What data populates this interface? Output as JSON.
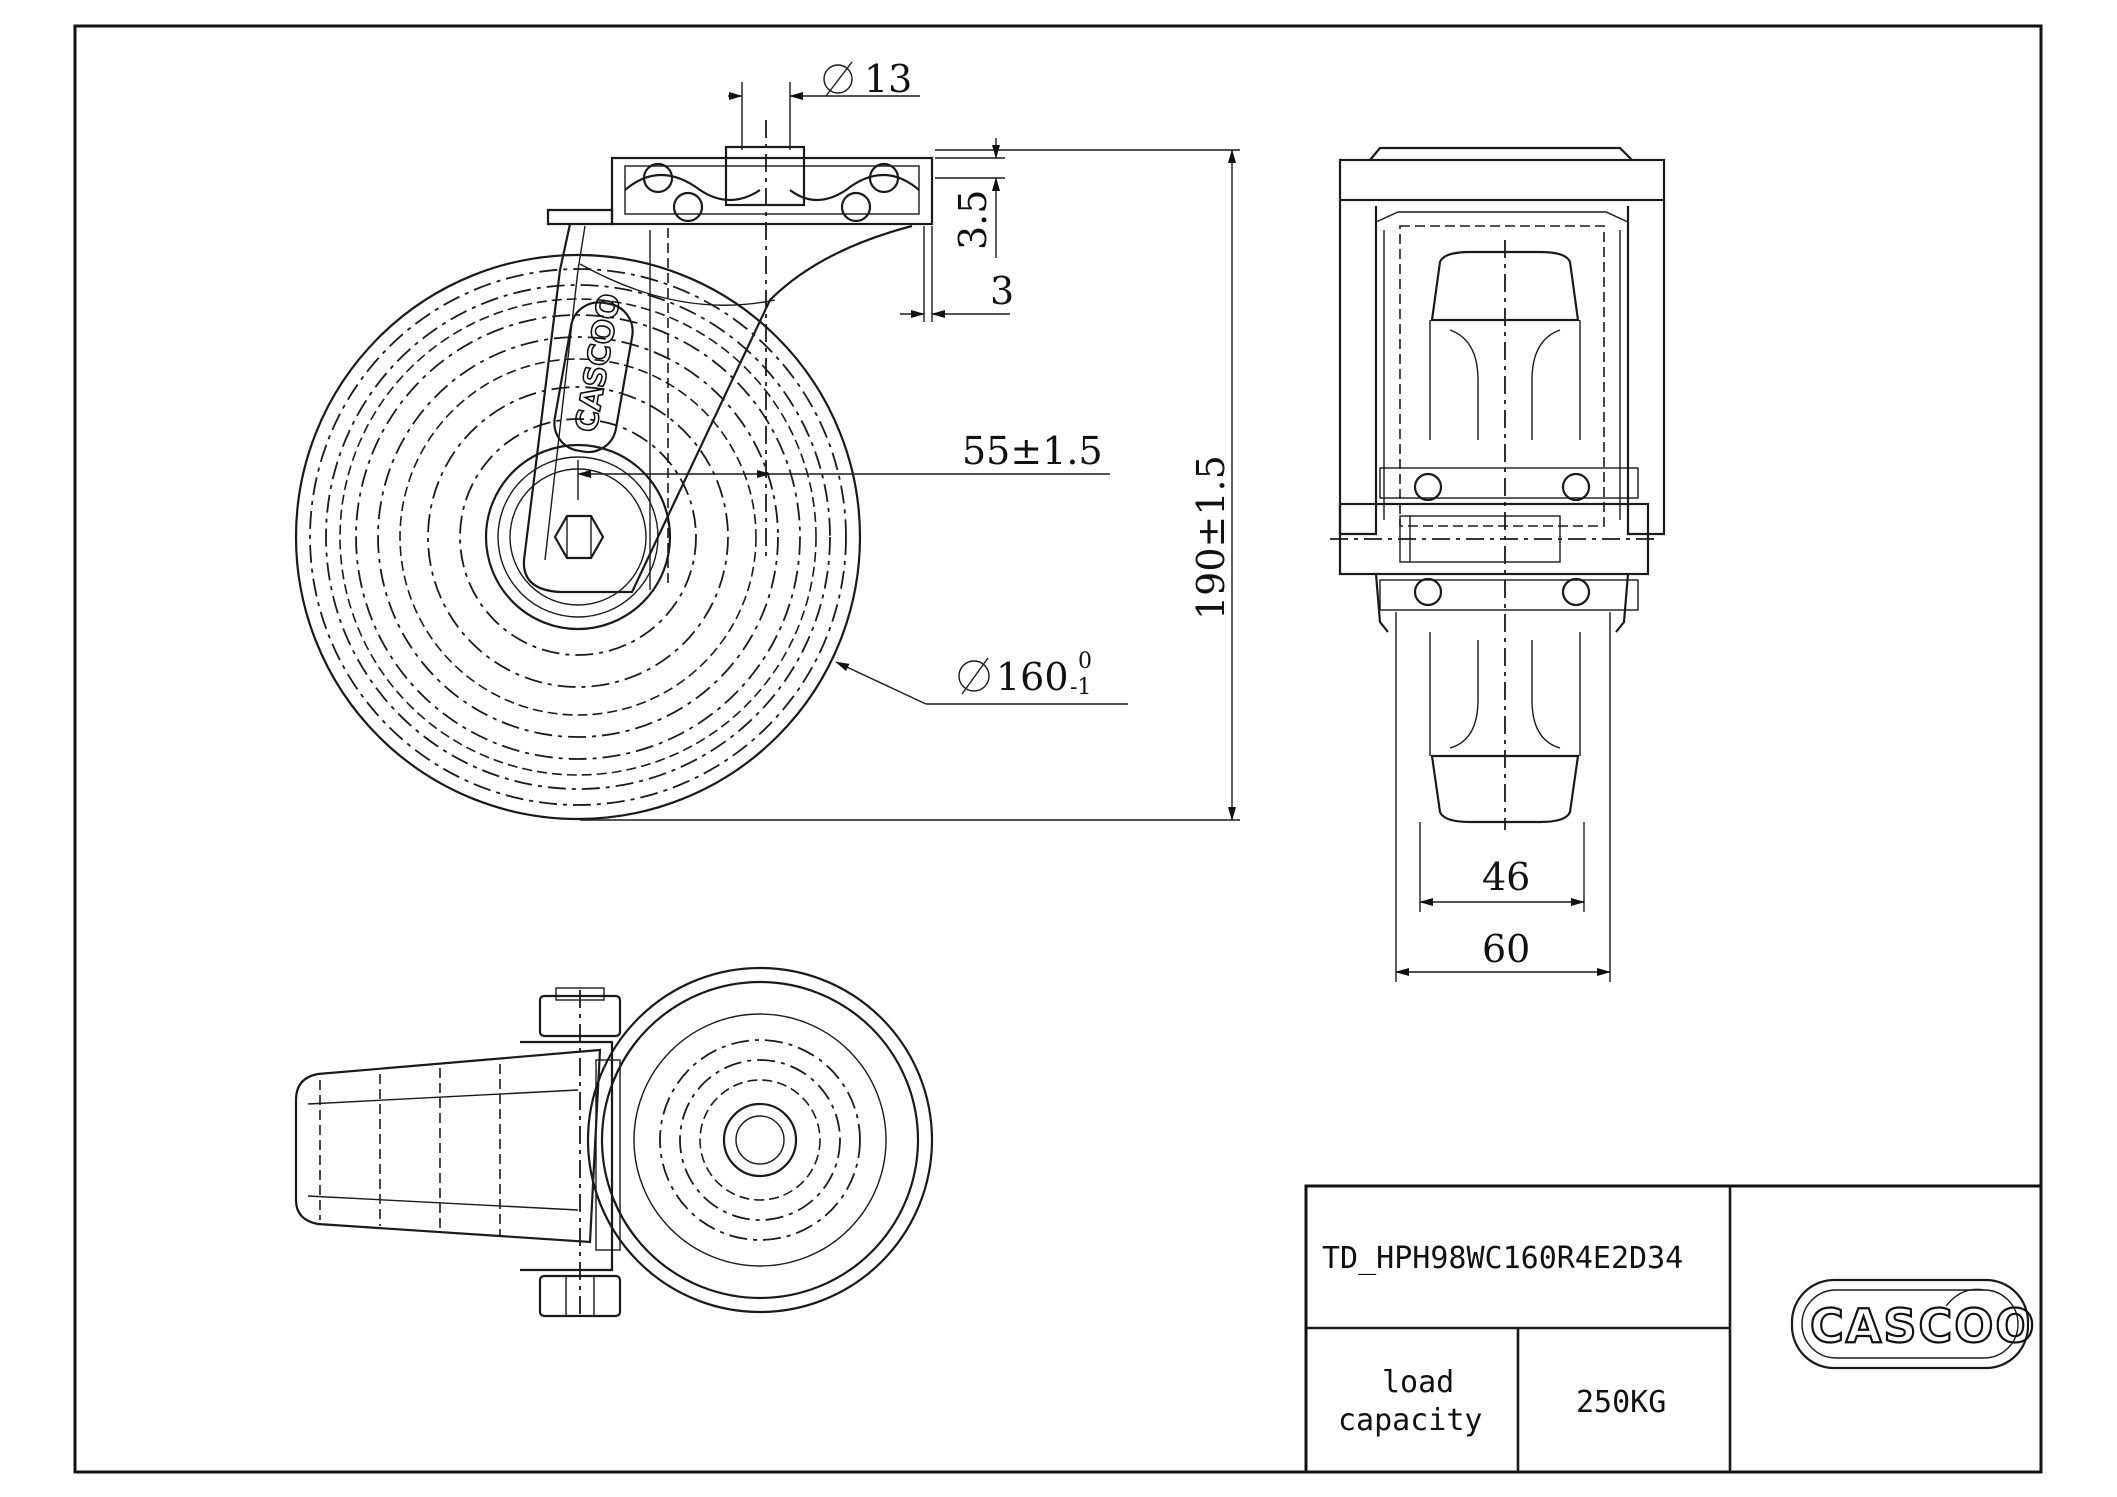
{
  "drawing": {
    "part_number": "TD_HPH98WC160R4E2D34",
    "load_label": "load\ncapacity",
    "load_label_line1": "load",
    "load_label_line2": "capacity",
    "load_value": "250KG",
    "brand": "CASCOO"
  },
  "dimensions": {
    "bolt_hole": "13",
    "plate_thickness": "3.5",
    "offset": "3",
    "swivel_offset": "55±1.5",
    "overall_height": "190±1.5",
    "wheel_diameter": "160",
    "wheel_tol_upper": "0",
    "wheel_tol_lower": "-1",
    "hub_width": "46",
    "wheel_width": "60"
  },
  "colors": {
    "line": "#1a1a1a",
    "background": "#ffffff"
  }
}
